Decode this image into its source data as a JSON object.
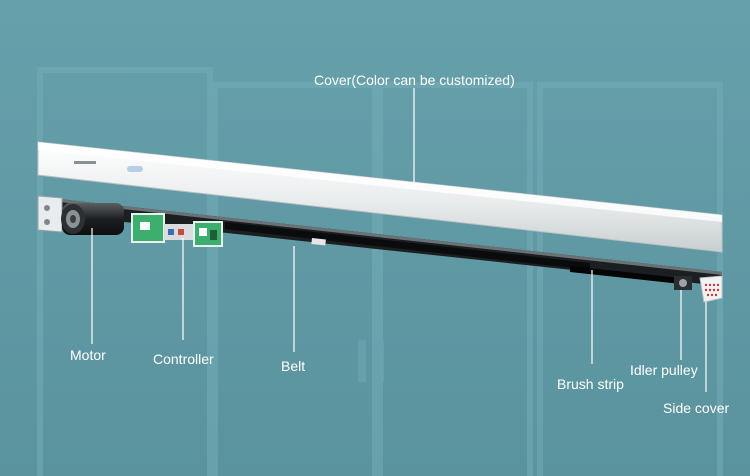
{
  "colors": {
    "background": "#5f98a3",
    "door_frame": "#6ea7b2",
    "leader_line": "#ffffff",
    "cover": "#eef1f2",
    "track": "#1c1f21",
    "brush": "#0a0b0c",
    "pcb": "#3cae6e"
  },
  "labels": {
    "cover": "Cover(Color can be customized)",
    "motor": "Motor",
    "controller": "Controller",
    "belt": "Belt",
    "brush_strip": "Brush strip",
    "idler_pulley": "Idler pulley",
    "side_cover": "Side cover"
  }
}
